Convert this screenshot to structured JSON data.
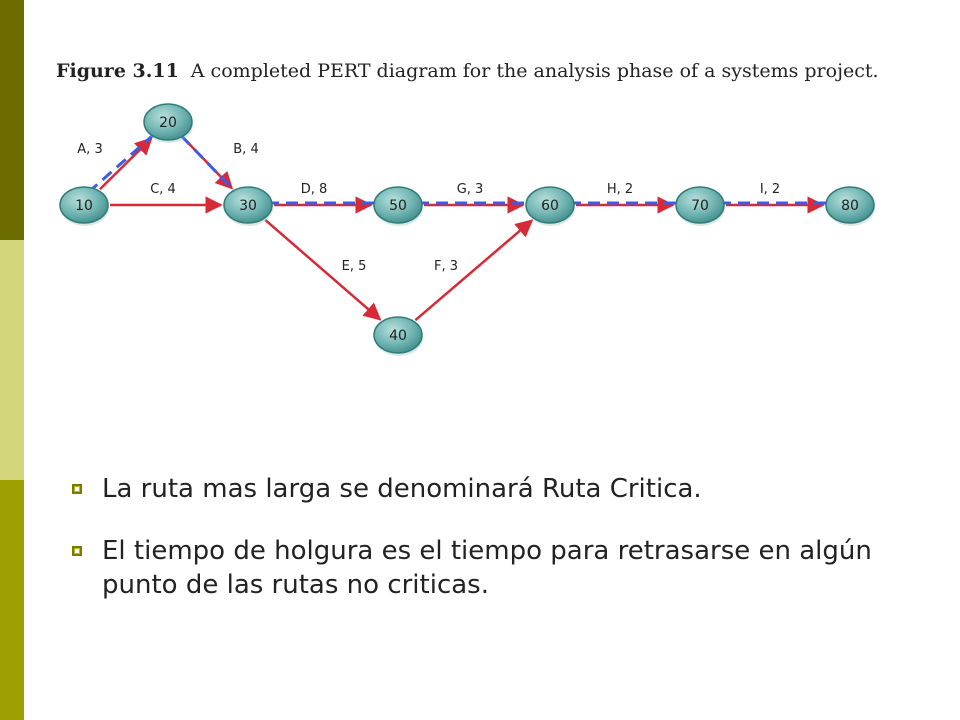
{
  "figure": {
    "number": "Figure 3.11",
    "caption": "A completed PERT diagram for the analysis phase of a systems project."
  },
  "colors": {
    "edge": "#d62a36",
    "critical": "#3d5be8",
    "node_fill": "#6fb3b1",
    "bar_dark": "#6b6b00",
    "bar_light": "#d3d67a",
    "bar_mid": "#9da000"
  },
  "nodes": [
    {
      "id": "10",
      "label": "10"
    },
    {
      "id": "20",
      "label": "20"
    },
    {
      "id": "30",
      "label": "30"
    },
    {
      "id": "40",
      "label": "40"
    },
    {
      "id": "50",
      "label": "50"
    },
    {
      "id": "60",
      "label": "60"
    },
    {
      "id": "70",
      "label": "70"
    },
    {
      "id": "80",
      "label": "80"
    }
  ],
  "edges": [
    {
      "from": "10",
      "to": "20",
      "label": "A, 3"
    },
    {
      "from": "20",
      "to": "30",
      "label": "B, 4"
    },
    {
      "from": "10",
      "to": "30",
      "label": "C, 4"
    },
    {
      "from": "30",
      "to": "50",
      "label": "D, 8"
    },
    {
      "from": "30",
      "to": "40",
      "label": "E, 5"
    },
    {
      "from": "40",
      "to": "60",
      "label": "F, 3"
    },
    {
      "from": "50",
      "to": "60",
      "label": "G, 3"
    },
    {
      "from": "60",
      "to": "70",
      "label": "H, 2"
    },
    {
      "from": "70",
      "to": "80",
      "label": "I, 2"
    }
  ],
  "critical_path": [
    "10",
    "20",
    "30",
    "50",
    "60",
    "70",
    "80"
  ],
  "bullets": [
    "La ruta mas larga se denominará Ruta Critica.",
    "El tiempo de holgura es el tiempo para retrasarse en algún punto de las rutas no criticas."
  ]
}
